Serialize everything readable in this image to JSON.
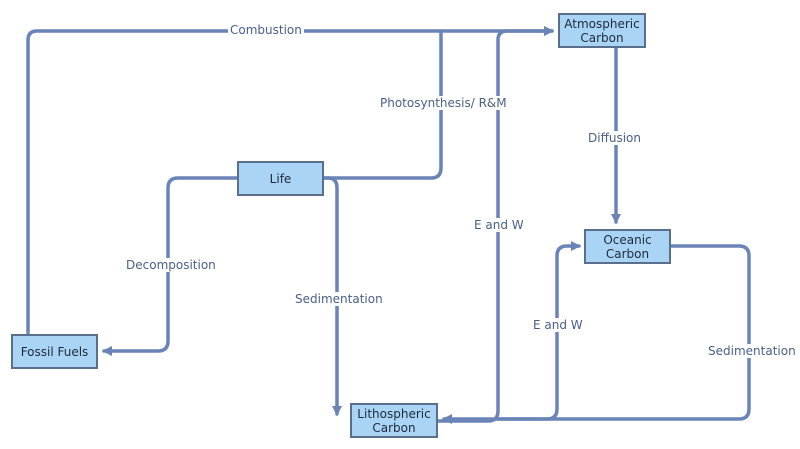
{
  "nodes": {
    "atmospheric": "Atmospheric\nCarbon",
    "life": "Life",
    "oceanic": "Oceanic\nCarbon",
    "fossil": "Fossil Fuels",
    "lithospheric": "Lithospheric\nCarbon"
  },
  "edges": {
    "combustion": "Combustion",
    "photosynthesis": "Photosynthesis/ R&M",
    "diffusion": "Diffusion",
    "e_and_w_upper": "E and W",
    "decomposition": "Decomposition",
    "sedimentation_life": "Sedimentation",
    "e_and_w_lower": "E and W",
    "sedimentation_ocean": "Sedimentation"
  },
  "colors": {
    "line": "#6b84b8",
    "node_fill": "#a9d4f5",
    "node_border": "#5a6f8c",
    "label_text": "#4a5f86"
  }
}
